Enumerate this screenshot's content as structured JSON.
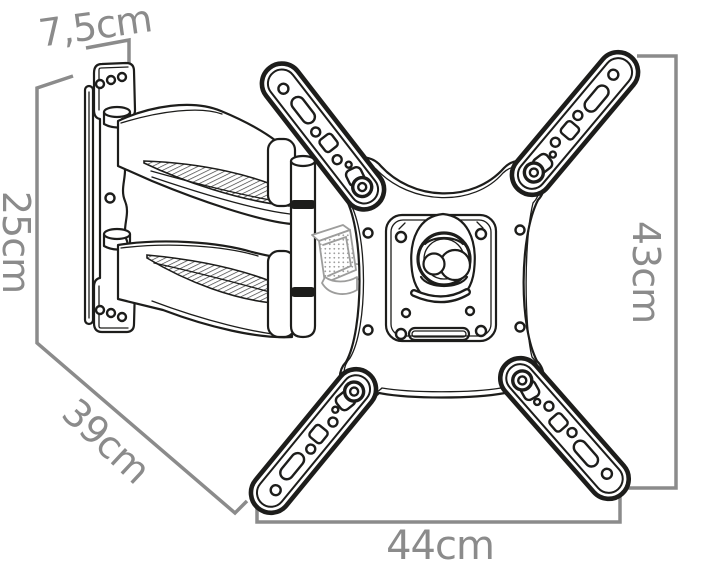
{
  "diagram": {
    "type": "technical-dimension-drawing",
    "subject": "full-motion articulating TV wall mount bracket, line-art view"
  },
  "dimensions": {
    "depth": {
      "label": "7,5cm",
      "value_cm": 7.5,
      "orientation": "tilted, top-left"
    },
    "plate_height": {
      "label": "25cm",
      "value_cm": 25,
      "orientation": "vertical, left edge"
    },
    "extension": {
      "label": "39cm",
      "value_cm": 39,
      "orientation": "diagonal, lower-left"
    },
    "width": {
      "label": "44cm",
      "value_cm": 44,
      "orientation": "horizontal, bottom"
    },
    "height": {
      "label": "43cm",
      "value_cm": 43,
      "orientation": "vertical, right edge"
    }
  },
  "colors": {
    "line": "#1d1d1b",
    "dimension": "#8b8b8b",
    "connector": "#9d9d9c",
    "background": "#ffffff"
  }
}
